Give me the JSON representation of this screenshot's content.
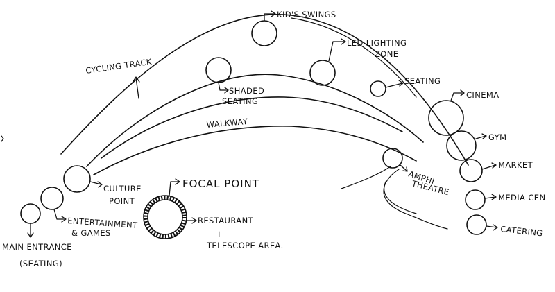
{
  "labels": {
    "kids_swings": "KID'S SWINGS",
    "led_line1": "LED LIGHTING",
    "led_line2": "ZONE",
    "cycling_track": "CYCLING TRACK",
    "shaded_line1": "SHADED",
    "shaded_line2": "SEATING",
    "seating": "SEATING",
    "cinema": "CINEMA",
    "walkway": "WALKWAY",
    "gym": "GYM",
    "amphi_line1": "AMPHI",
    "amphi_line2": "THEATRE",
    "market": "MARKET",
    "culture_line1": "CULTURE",
    "culture_line2": "POINT",
    "focal_point": "FOCAL POINT",
    "media_centre": "MEDIA CEN",
    "entertainment_line1": "ENTERTAINMENT",
    "entertainment_line2": "& GAMES",
    "restaurant": "RESTAURANT",
    "plus": "+",
    "telescope": "TELESCOPE AREA.",
    "catering": "CATERING",
    "main_entrance_line1": "MAIN ENTRANCE",
    "main_entrance_line2": "(SEATING)"
  }
}
